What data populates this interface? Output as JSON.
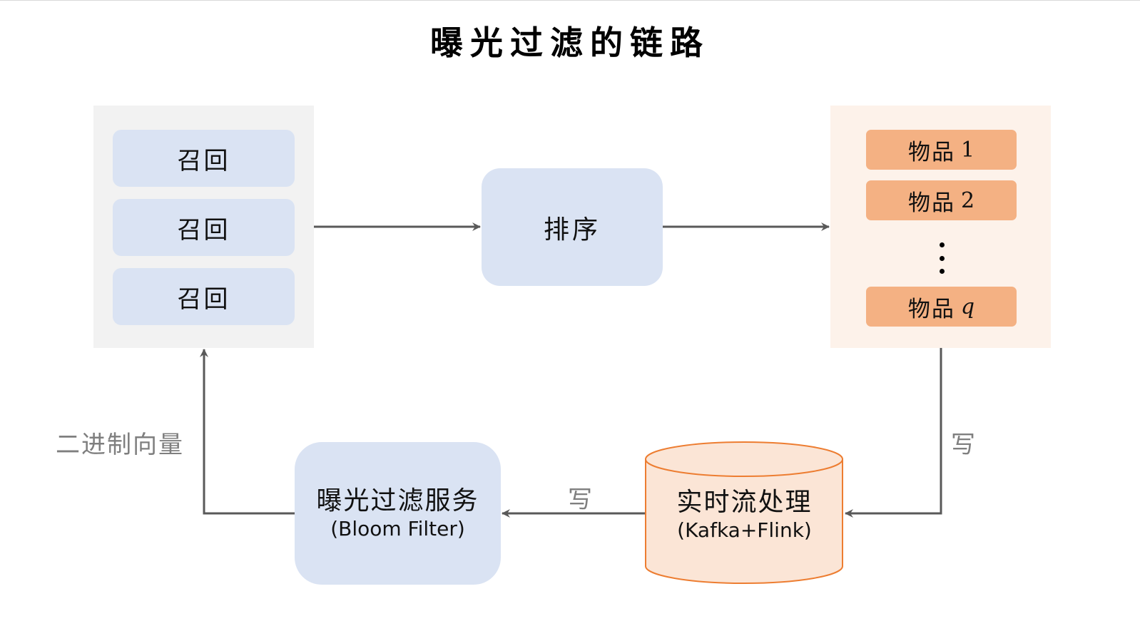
{
  "title": "曝光过滤的链路",
  "recall_boxes": [
    "召回",
    "召回",
    "召回"
  ],
  "rank_box": "排序",
  "items": [
    {
      "label": "物品",
      "suffix": "1"
    },
    {
      "label": "物品",
      "suffix": "2"
    },
    {
      "label": "物品",
      "suffix": "q"
    }
  ],
  "stream_processing": {
    "label": "实时流处理",
    "sub": "(Kafka+Flink)"
  },
  "filter_service": {
    "label": "曝光过滤服务",
    "sub": "(Bloom Filter)"
  },
  "edge_labels": {
    "write_right": "写",
    "write_bottom": "写",
    "binary_vector": "二进制向量"
  },
  "colors": {
    "recall_fill": "#dae3f3",
    "item_fill": "#f4b183",
    "cylinder_fill": "#fbe5d6",
    "cylinder_stroke": "#ed7d31",
    "arrow": "#595959"
  }
}
